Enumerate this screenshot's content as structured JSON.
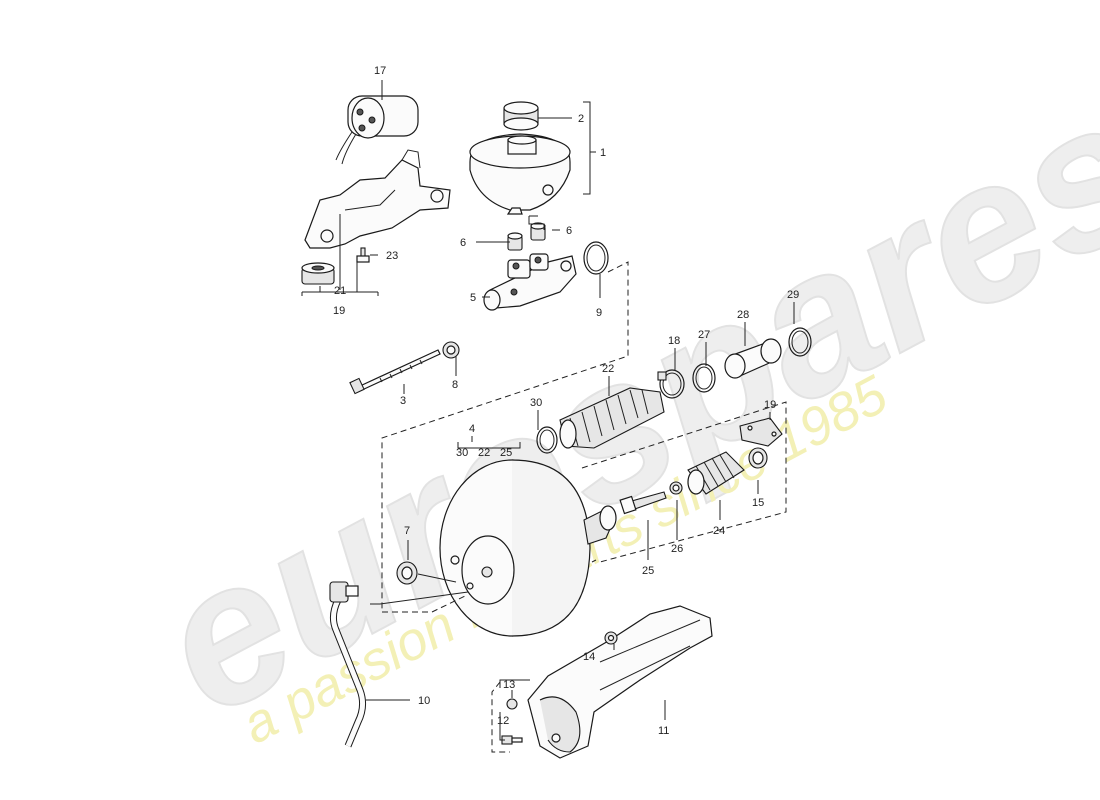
{
  "watermark": {
    "brand": "eurospares",
    "tagline": "a passion for parts since 1985"
  },
  "labels": {
    "p1": "1",
    "p2": "2",
    "p3": "3",
    "p4": "4",
    "p5": "5",
    "p6a": "6",
    "p6b": "6",
    "p7": "7",
    "p8": "8",
    "p9": "9",
    "p10": "10",
    "p11": "11",
    "p12": "12",
    "p13": "13",
    "p14": "14",
    "p15": "15",
    "p17": "17",
    "p18": "18",
    "p19a": "19",
    "p19b": "19",
    "p21": "21",
    "p22": "22",
    "p23": "23",
    "p24": "24",
    "p25": "25",
    "p26": "26",
    "p27": "27",
    "p28": "28",
    "p29": "29",
    "p30": "30",
    "sub30": "30",
    "sub22": "22",
    "sub25": "25"
  }
}
